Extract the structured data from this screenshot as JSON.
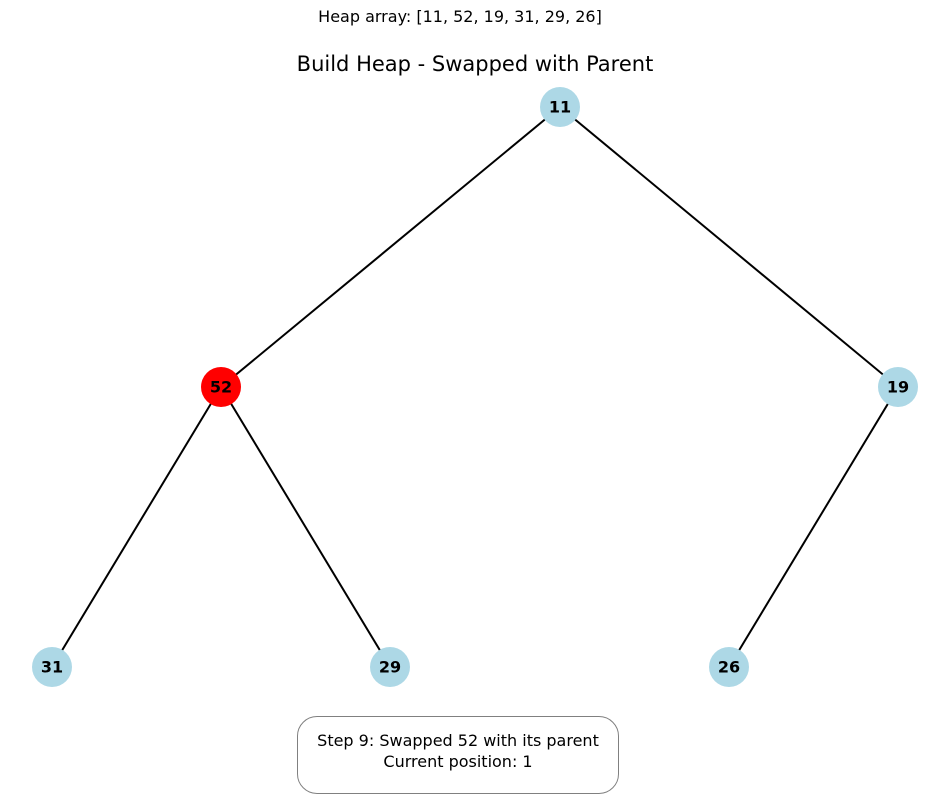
{
  "header": {
    "heap_array_text": "Heap array: [11, 52, 19, 31, 29, 26]",
    "title": "Build Heap - Swapped with Parent"
  },
  "tree": {
    "nodes": [
      {
        "id": 0,
        "label": "11",
        "highlighted": false
      },
      {
        "id": 1,
        "label": "52",
        "highlighted": true
      },
      {
        "id": 2,
        "label": "19",
        "highlighted": false
      },
      {
        "id": 3,
        "label": "31",
        "highlighted": false
      },
      {
        "id": 4,
        "label": "29",
        "highlighted": false
      },
      {
        "id": 5,
        "label": "26",
        "highlighted": false
      }
    ],
    "edges": [
      [
        0,
        1
      ],
      [
        0,
        2
      ],
      [
        1,
        3
      ],
      [
        1,
        4
      ],
      [
        2,
        5
      ]
    ],
    "colors": {
      "node": "#add8e6",
      "highlight": "#ff0000",
      "edge": "#000000",
      "label": "#000000"
    }
  },
  "status": {
    "line1": "Step 9: Swapped 52 with its parent",
    "line2": "Current position: 1"
  }
}
